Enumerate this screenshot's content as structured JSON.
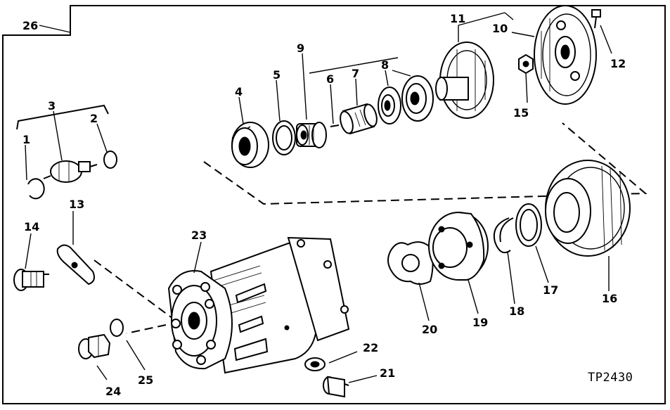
{
  "labels": {
    "l1": "1",
    "l2": "2",
    "l3": "3",
    "l4": "4",
    "l5": "5",
    "l6": "6",
    "l7": "7",
    "l8": "8",
    "l9": "9",
    "l10": "10",
    "l11": "11",
    "l12": "12",
    "l13": "13",
    "l14": "14",
    "l15": "15",
    "l16": "16",
    "l17": "17",
    "l18": "18",
    "l19": "19",
    "l20": "20",
    "l21": "21",
    "l22": "22",
    "l23": "23",
    "l24": "24",
    "l25": "25",
    "l26": "26"
  },
  "figure_ref": "TP2430"
}
